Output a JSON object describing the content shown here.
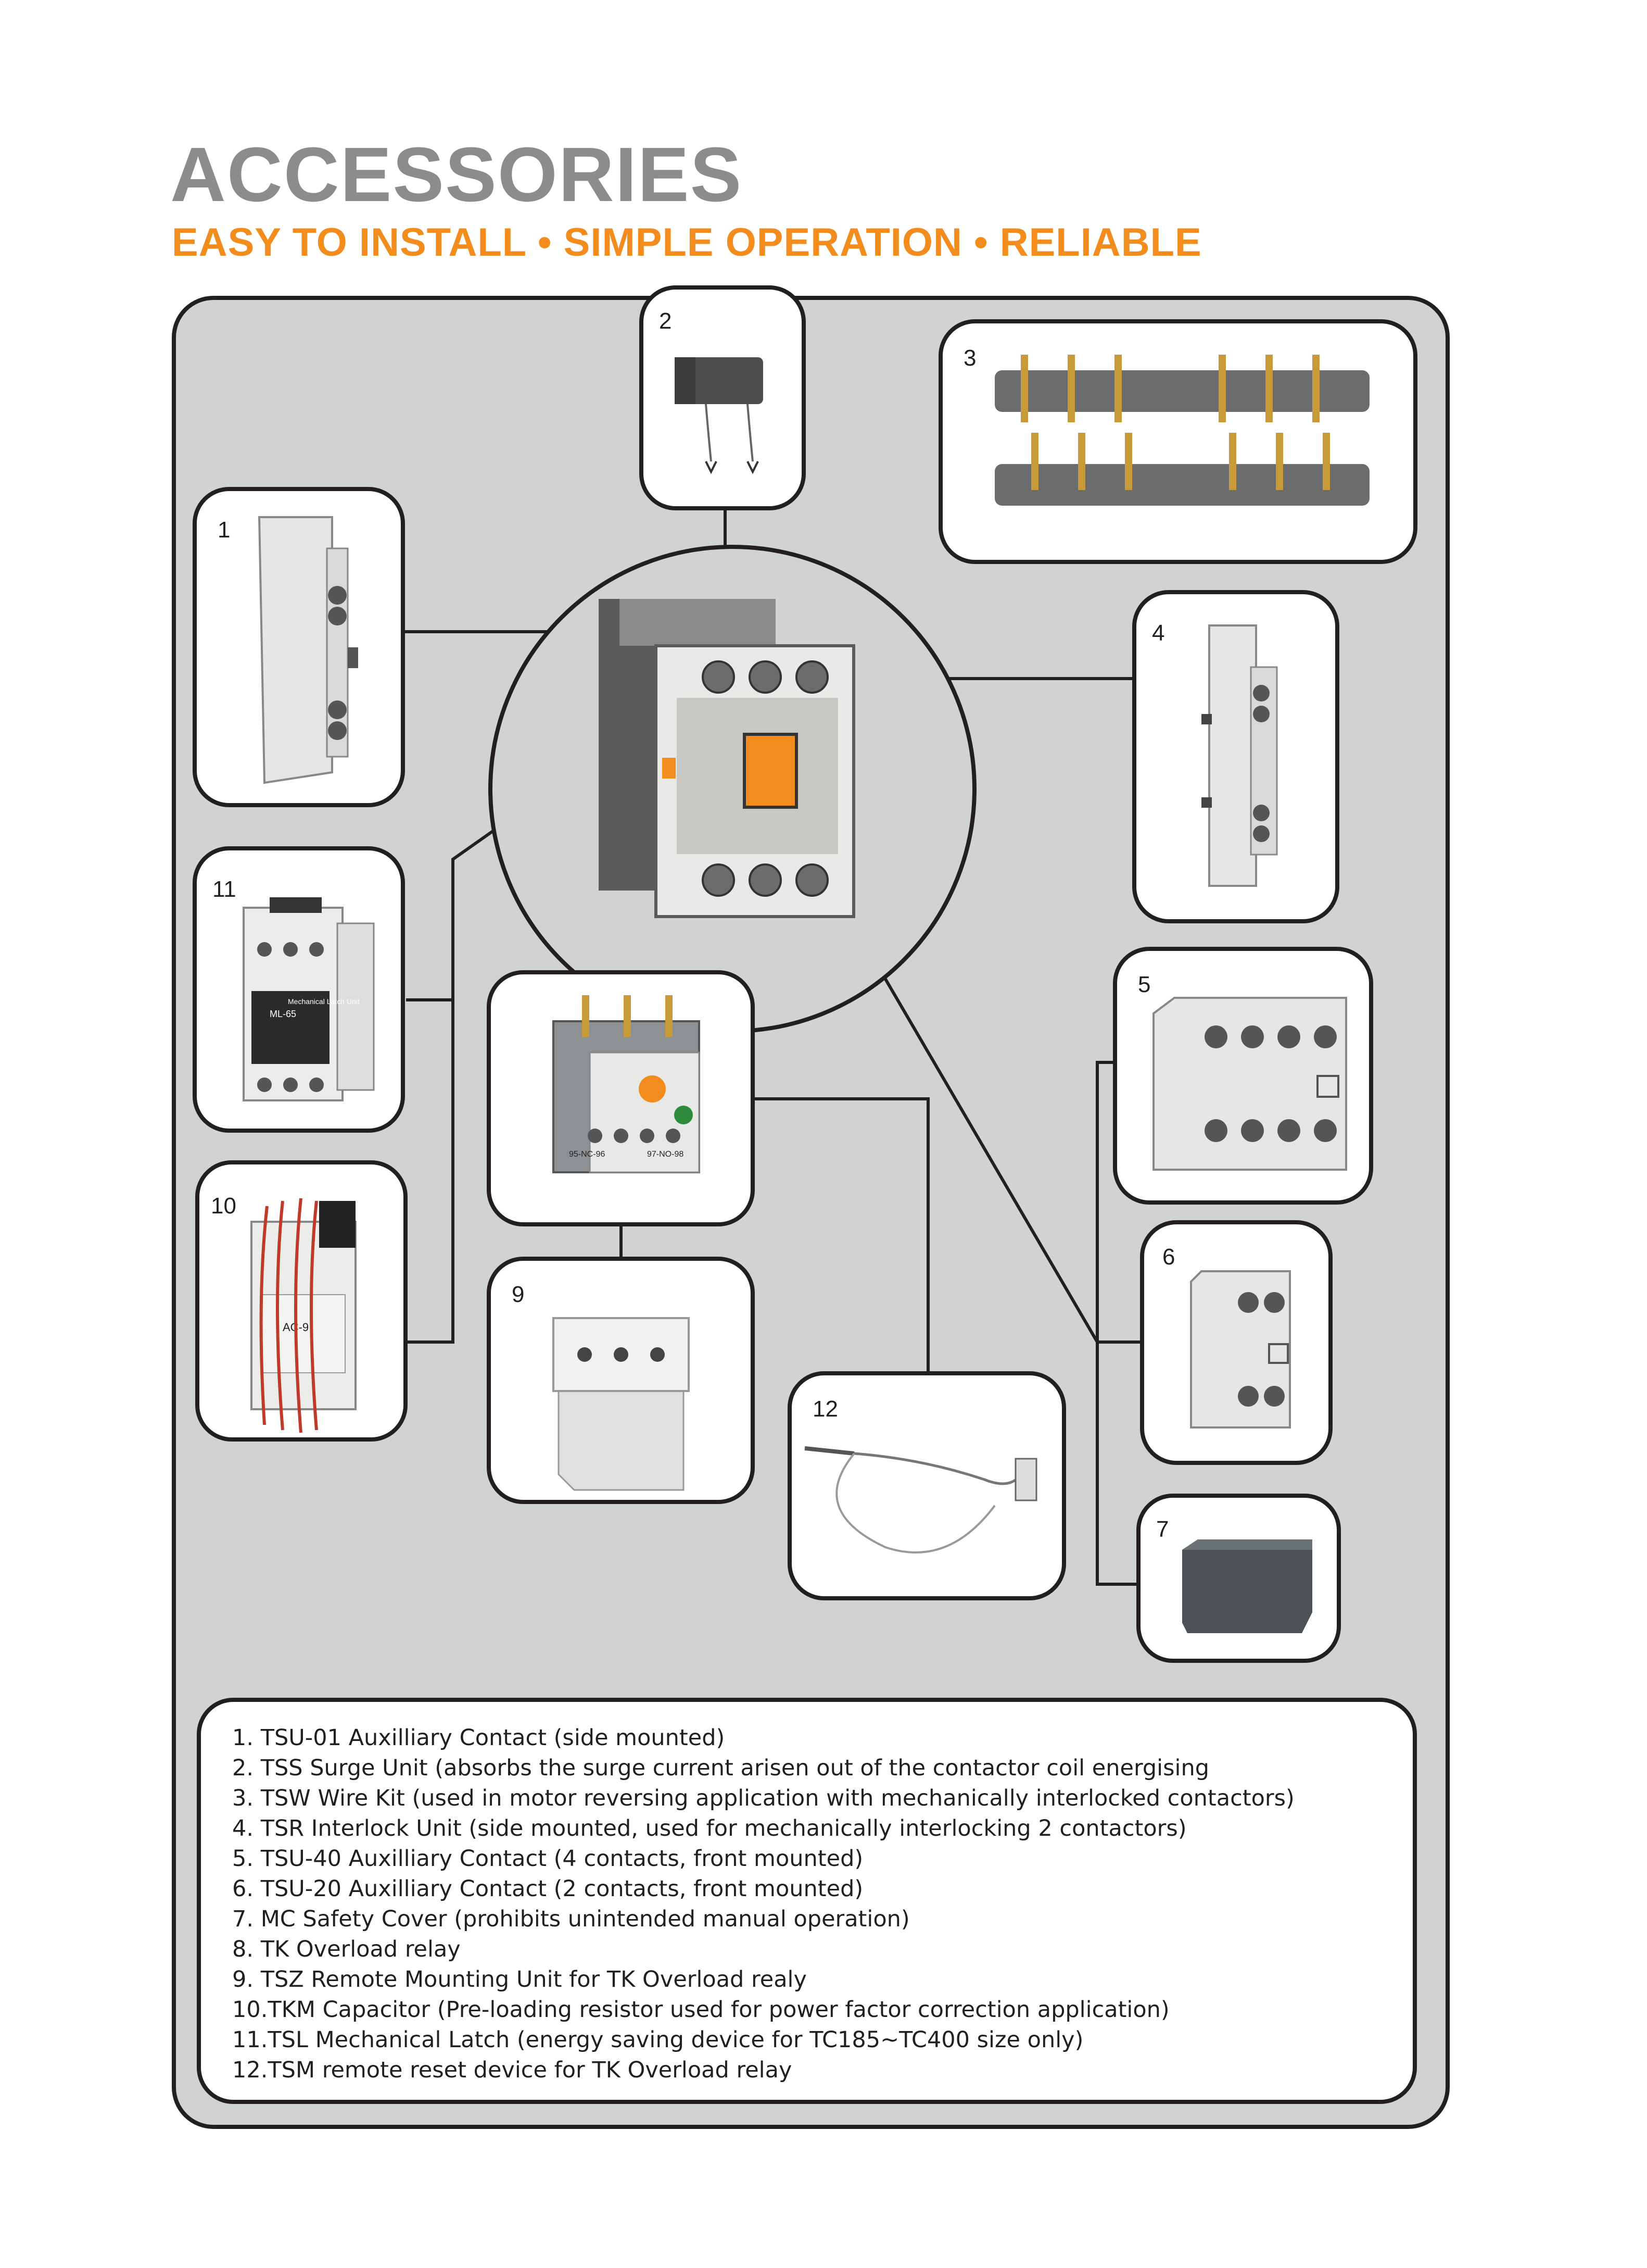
{
  "header": {
    "title": "ACCESSORIES",
    "subtitle": "EASY TO INSTALL • SIMPLE OPERATION • RELIABLE"
  },
  "callouts": [
    "1",
    "2",
    "3",
    "4",
    "5",
    "6",
    "7",
    "9",
    "10",
    "11",
    "12"
  ],
  "legend": [
    "1.  TSU-01 Auxilliary Contact (side mounted)",
    "2.  TSS Surge Unit (absorbs the surge current arisen out of the contactor coil energising",
    "3.  TSW Wire Kit (used in motor reversing application with mechanically interlocked contactors)",
    "4.  TSR Interlock Unit (side mounted, used for mechanically interlocking 2 contactors)",
    "5.  TSU-40 Auxilliary Contact (4 contacts, front mounted)",
    "6.  TSU-20 Auxilliary Contact (2 contacts, front mounted)",
    "7.  MC Safety Cover (prohibits unintended manual operation)",
    "8.  TK Overload relay",
    "9.  TSZ Remote Mounting Unit for TK Overload realy",
    "10.TKM Capacitor (Pre-loading resistor used for power factor correction application)",
    "11.TSL Mechanical Latch (energy saving device for TC185~TC400 size only)",
    "12.TSM remote reset device for TK Overload relay"
  ],
  "product_labels": {
    "latch": "Mechanical Latch Unit",
    "latch_model": "ML-65",
    "capacitor_model": "AC-9",
    "relay_left": "95-NC-96",
    "relay_right": "97-NO-98"
  }
}
